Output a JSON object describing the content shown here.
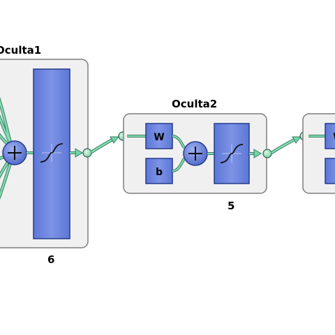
{
  "layers": [
    {
      "title": "Oculta1",
      "size": "6"
    },
    {
      "title": "Oculta2",
      "size": "5",
      "weight_label": "W",
      "bias_label": "b"
    },
    {
      "weight_label": "W"
    }
  ],
  "colors": {
    "block_fill": "#6f86dd",
    "block_stroke": "#243a8a",
    "panel_fill": "#f0f0f0",
    "panel_stroke": "#7d7d7d",
    "wire": "#6fd6a6",
    "wire_dark": "#3d7a66",
    "node_fill": "#9fe0b8"
  },
  "icons": [
    "sum-icon",
    "transfer-function-icon",
    "connection-node-icon",
    "arrow-icon"
  ]
}
